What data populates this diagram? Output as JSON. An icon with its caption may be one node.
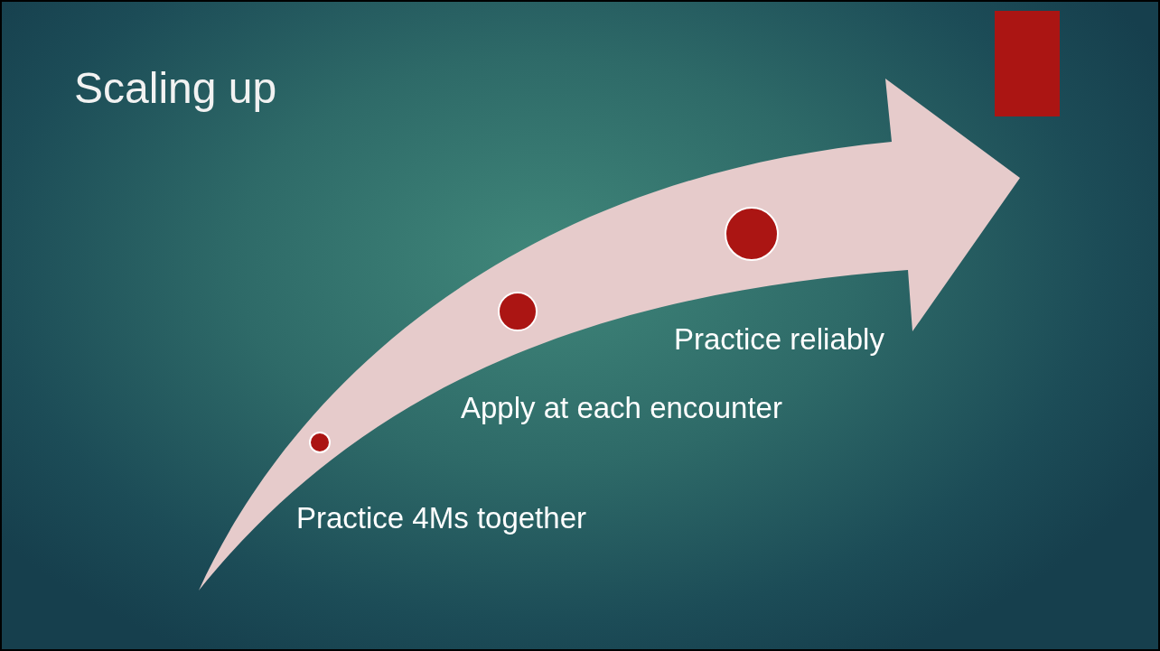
{
  "diagram": {
    "title": "Scaling up",
    "nodes": [
      {
        "text": [],
        "shape": "circle",
        "beside": [
          "Practice 4Ms together"
        ]
      },
      {
        "text": [],
        "shape": "circle",
        "beside": [
          "Apply at each encounter"
        ]
      },
      {
        "text": [],
        "shape": "circle",
        "beside": [
          "Practice reliably"
        ]
      }
    ],
    "edges": []
  }
}
